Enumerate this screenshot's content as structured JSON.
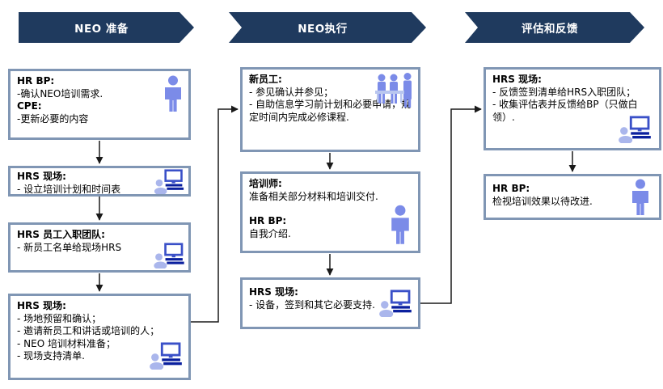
{
  "title": "NEO 培训流程图",
  "banners": [
    {
      "label": "NEO 准备"
    },
    {
      "label": "NEO执行"
    },
    {
      "label": "评估和反馈"
    }
  ],
  "colors": {
    "banner_navy": "#1f3a5e",
    "box_border": "#8096b4",
    "icon_blue": "#7b8be8",
    "icon_light_blue": "#aab6ec",
    "icon_dark_blue": "#0a1f9e",
    "monitor_blue": "#3a50c8",
    "connector_black": "#1a1a1a"
  },
  "boxes": {
    "l1": {
      "icon": "person-icon",
      "lines": [
        "HR BP:",
        "-确认NEO培训需求.",
        "CPE:",
        "-更新必要的内容"
      ]
    },
    "l2": {
      "icon": "computer-icon",
      "lines": [
        "HRS 现场:",
        "- 设立培训计划和时间表"
      ]
    },
    "l3": {
      "icon": "computer-icon",
      "lines": [
        "HRS 员工入职团队:",
        "- 新员工名单给现场HRS"
      ]
    },
    "l4": {
      "icon": "computer-icon",
      "lines": [
        "HRS 现场:",
        "- 场地预留和确认；",
        "- 邀请新员工和讲话或培训的人；",
        "- NEO 培训材料准备；",
        "- 现场支持清单."
      ]
    },
    "m1": {
      "icon": "meeting-icon",
      "lines": [
        "新员工:",
        "- 参见确认并参见；",
        "- 自助信息学习前计划和必要申请，规定时间内完成必修课程."
      ]
    },
    "m2": {
      "icon": "person-icon",
      "lines": [
        "培训师:",
        "准备相关部分材料和培训交付.",
        "",
        "HR BP:",
        "自我介绍."
      ]
    },
    "m3": {
      "icon": "computer-icon",
      "lines": [
        "HRS 现场:",
        "- 设备，签到和其它必要支持."
      ]
    },
    "r1": {
      "icon": "computer-icon",
      "lines": [
        "HRS 现场:",
        "- 反馈签到清单给HRS入职团队；",
        "- 收集评估表并反馈给BP（只做白领）."
      ]
    },
    "r2": {
      "icon": "person-icon",
      "lines": [
        "HR BP:",
        "检视培训效果以待改进."
      ]
    }
  }
}
